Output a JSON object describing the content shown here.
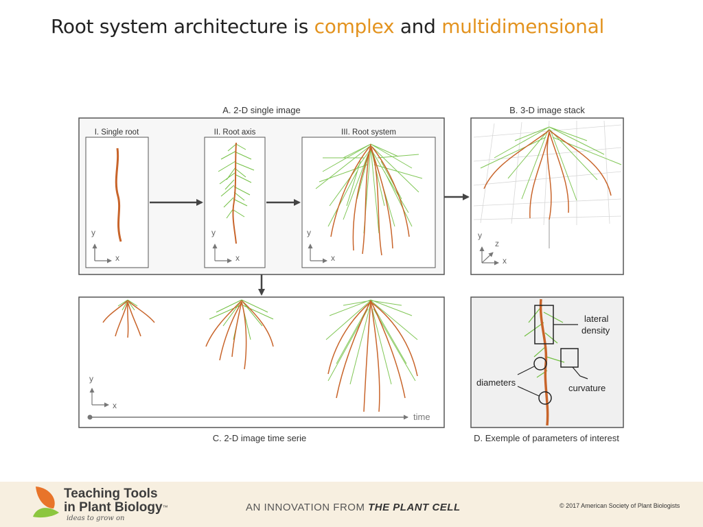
{
  "slide": {
    "title_part1": "Root system architecture is ",
    "title_highlight1": "complex",
    "title_part2": " and ",
    "title_highlight2": "multidimensional"
  },
  "panels": {
    "a_title": "A. 2-D single image",
    "a_sub1": "I. Single root",
    "a_sub2": "II. Root axis",
    "a_sub3": "III. Root system",
    "b_title": "B. 3-D image stack",
    "c_caption": "C. 2-D image time serie",
    "d_caption": "D. Exemple of parameters of interest"
  },
  "axes": {
    "x": "x",
    "y": "y",
    "z": "z",
    "time": "time"
  },
  "annotations": {
    "lateral_line1": "lateral",
    "lateral_line2": "density",
    "diameters": "diameters",
    "curvature": "curvature"
  },
  "footer": {
    "brand_line1": "Teaching Tools",
    "brand_line2": "in Plant Biology",
    "trademark": "™",
    "tagline": "ideas to grow on",
    "innovation_prefix": "AN INNOVATION FROM ",
    "innovation_source": "THE PLANT CELL",
    "copyright": "© 2017 American Society of Plant Biologists"
  },
  "colors": {
    "highlight": "#e3931f",
    "root": "#c8642a",
    "lateral": "#72c043",
    "frame": "#444444",
    "footer_bg": "#f7efe0",
    "logo_orange": "#e8742a",
    "logo_green": "#8cc63f"
  }
}
